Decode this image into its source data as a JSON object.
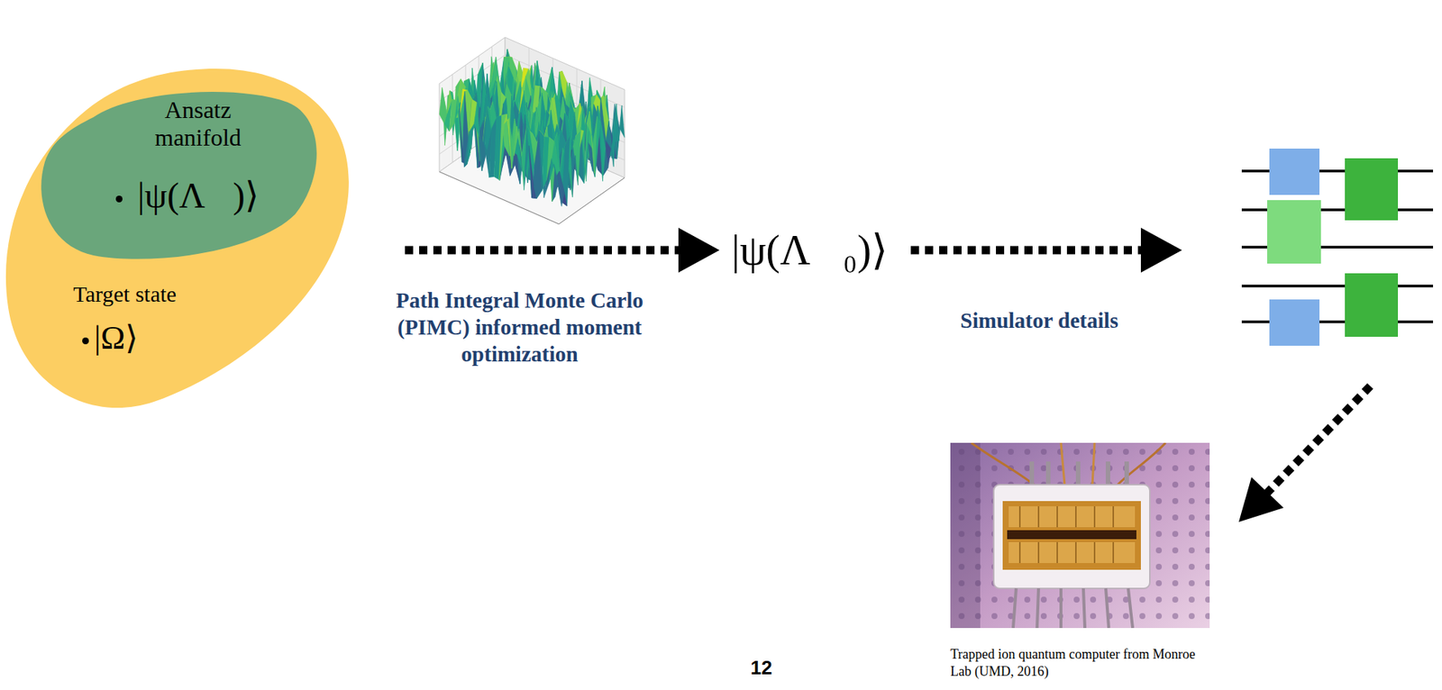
{
  "diagram": {
    "nodes": [
      {
        "text": [
          "Target state",
          "|Ω⟩"
        ]
      },
      {
        "text": [
          "Ansatz manifold",
          "|ψ(Λ⃗)⟩"
        ],
        "in": 0
      },
      {
        "text": [
          "|ψ(Λ⃗₀)⟩"
        ]
      },
      {
        "text": [
          "Trapped ion quantum computer from Monroe Lab (UMD, 2016)"
        ]
      }
    ],
    "edges": [
      {
        "from": 0,
        "to": 2,
        "arrow": "to",
        "label": "Path Integral Monte Carlo (PIMC) informed moment optimization"
      }
    ],
    "labels": [
      "Simulator details",
      "12"
    ]
  }
}
